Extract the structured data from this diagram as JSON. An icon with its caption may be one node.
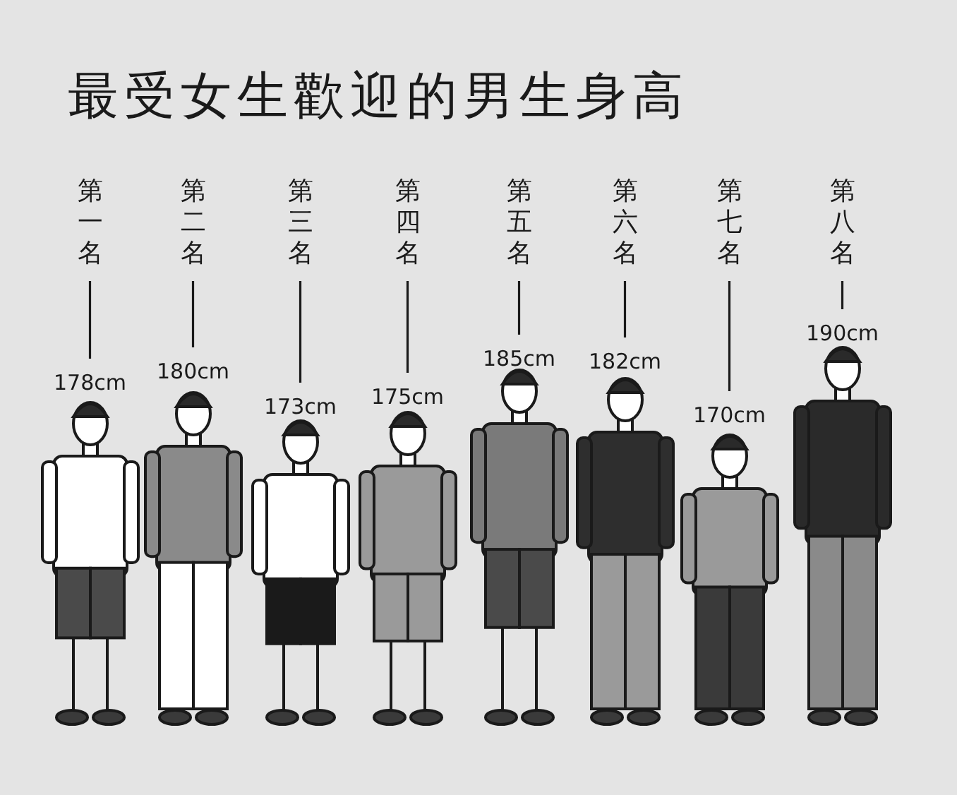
{
  "diagram": {
    "title": "最受女生歡迎的男生身高",
    "nodes": [
      {
        "text": [
          "第一名"
        ]
      },
      {
        "text": [
          "第二名"
        ]
      },
      {
        "text": [
          "第三名"
        ]
      },
      {
        "text": [
          "第四名"
        ]
      },
      {
        "text": [
          "第五名"
        ]
      },
      {
        "text": [
          "第六名"
        ]
      },
      {
        "text": [
          "第七名"
        ]
      },
      {
        "text": [
          "第八名"
        ]
      },
      {
        "text": [
          "178cm"
        ]
      },
      {
        "text": [
          "180cm"
        ]
      },
      {
        "text": [
          "173cm"
        ]
      },
      {
        "text": [
          "175cm"
        ]
      },
      {
        "text": [
          "185cm"
        ]
      },
      {
        "text": [
          "182cm"
        ]
      },
      {
        "text": [
          "170cm"
        ]
      },
      {
        "text": [
          "190cm"
        ]
      }
    ],
    "edges": [
      {
        "from": 0,
        "to": 8,
        "arrow": "none"
      },
      {
        "from": 1,
        "to": 9,
        "arrow": "none"
      },
      {
        "from": 2,
        "to": 10,
        "arrow": "none"
      },
      {
        "from": 3,
        "to": 11,
        "arrow": "none"
      },
      {
        "from": 4,
        "to": 12,
        "arrow": "none"
      },
      {
        "from": 5,
        "to": 13,
        "arrow": "none"
      },
      {
        "from": 6,
        "to": 14,
        "arrow": "none"
      },
      {
        "from": 7,
        "to": 15,
        "arrow": "none"
      }
    ]
  }
}
